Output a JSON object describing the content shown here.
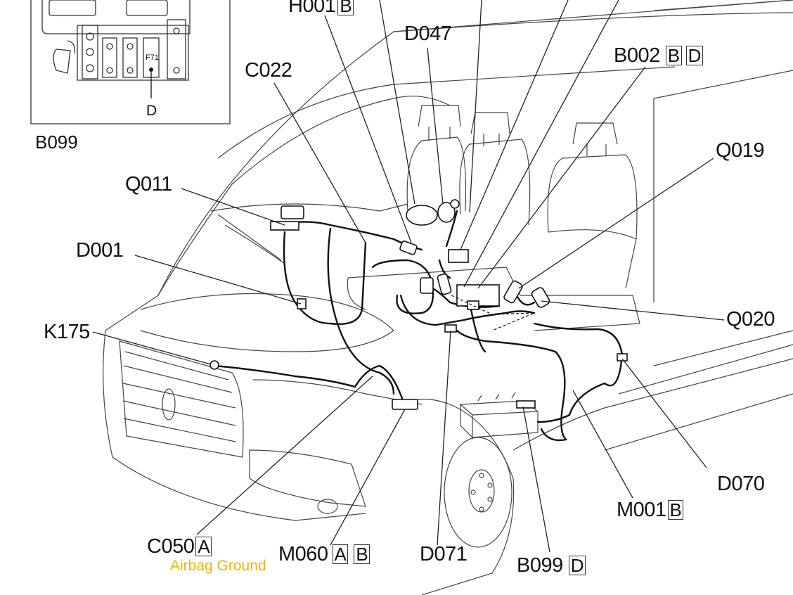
{
  "inset": {
    "label": "B099",
    "pin_label": "D",
    "fuse_text": "F71"
  },
  "callouts": [
    {
      "code": "H001",
      "boxes": [
        "B"
      ]
    },
    {
      "code": "D047",
      "boxes": []
    },
    {
      "code": "B002",
      "boxes": [
        "B",
        "D"
      ]
    },
    {
      "code": "C022",
      "boxes": []
    },
    {
      "code": "Q019",
      "boxes": []
    },
    {
      "code": "Q011",
      "boxes": []
    },
    {
      "code": "D001",
      "boxes": []
    },
    {
      "code": "Q020",
      "boxes": []
    },
    {
      "code": "K175",
      "boxes": []
    },
    {
      "code": "D070",
      "boxes": []
    },
    {
      "code": "M001",
      "boxes": [
        "B"
      ]
    },
    {
      "code": "C050",
      "boxes": [
        "A"
      ]
    },
    {
      "code": "M060",
      "boxes": [
        "A",
        "B"
      ]
    },
    {
      "code": "D071",
      "boxes": []
    },
    {
      "code": "B099",
      "boxes": [
        "D"
      ]
    }
  ],
  "annotation": "Airbag Ground",
  "colors": {
    "line": "#1a1a1a",
    "annotation": "#f0b400",
    "background": "#ffffff"
  }
}
